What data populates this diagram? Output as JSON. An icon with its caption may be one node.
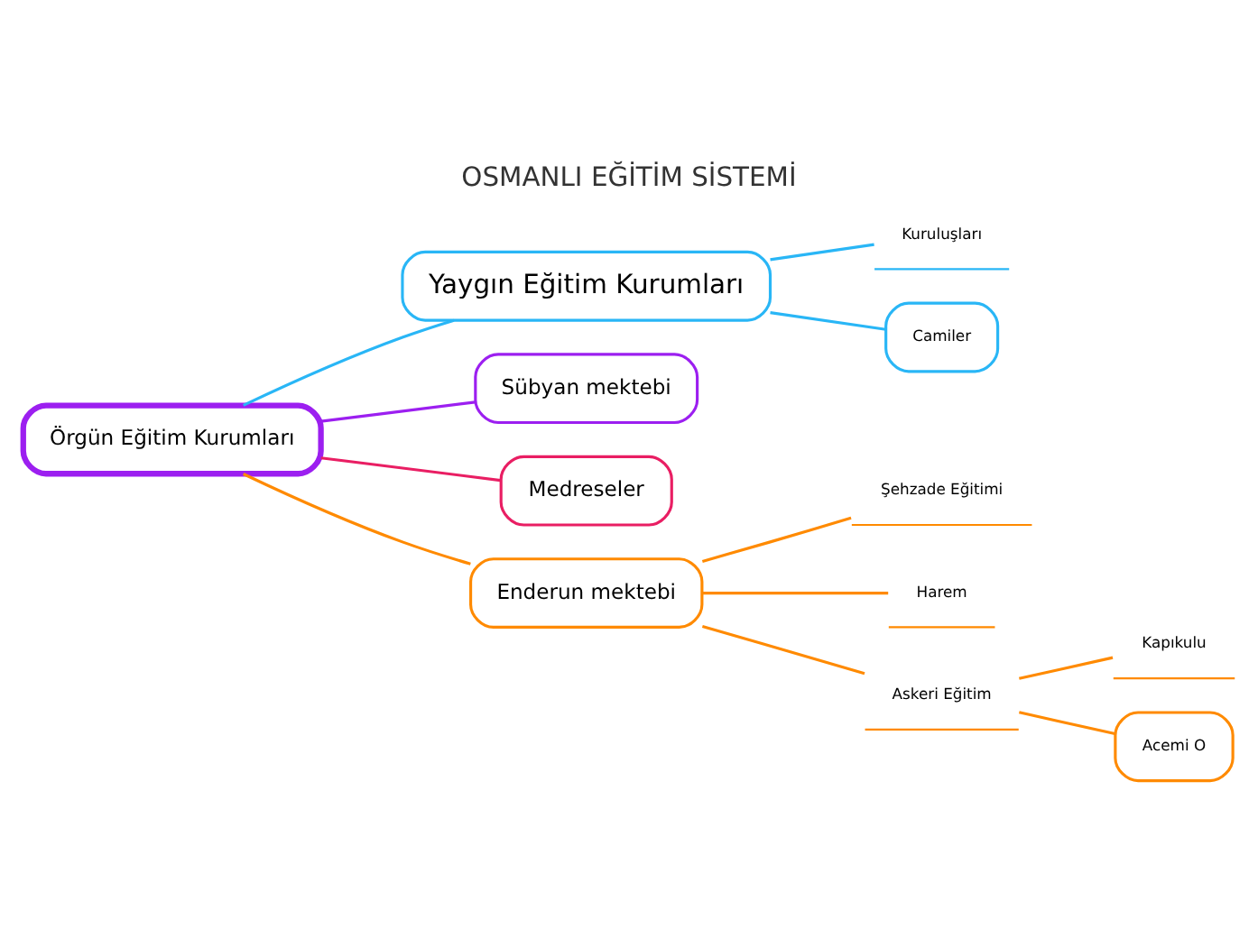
{
  "diagram": {
    "title": "OSMANLI EĞİTİM SİSTEMİ",
    "nodes": [
      {
        "text": [
          "Örgün Eğitim Kurumları"
        ]
      },
      {
        "text": [
          "Yaygın Eğitim Kurumları"
        ]
      },
      {
        "text": [
          "Kuruluşları"
        ]
      },
      {
        "text": [
          "Camiler"
        ]
      },
      {
        "text": [
          "Sübyan mektebi"
        ]
      },
      {
        "text": [
          "Medreseler"
        ]
      },
      {
        "text": [
          "Enderun mektebi"
        ]
      },
      {
        "text": [
          "Şehzade Eğitimi"
        ]
      },
      {
        "text": [
          "Harem"
        ]
      },
      {
        "text": [
          "Askeri Eğitim"
        ]
      },
      {
        "text": [
          "Kapıkulu"
        ]
      },
      {
        "text": [
          "Acemi O"
        ]
      }
    ],
    "edges": [
      {
        "from": 0,
        "to": 1,
        "arrow": "none",
        "color": "#29b6f6"
      },
      {
        "from": 1,
        "to": 2,
        "arrow": "none",
        "color": "#29b6f6"
      },
      {
        "from": 1,
        "to": 3,
        "arrow": "none",
        "color": "#29b6f6"
      },
      {
        "from": 0,
        "to": 4,
        "arrow": "none",
        "color": "#9c1ff0"
      },
      {
        "from": 0,
        "to": 5,
        "arrow": "none",
        "color": "#e91e63"
      },
      {
        "from": 0,
        "to": 6,
        "arrow": "none"
      },
      {
        "from": 6,
        "to": 7,
        "arrow": "none"
      },
      {
        "from": 6,
        "to": 8,
        "arrow": "none"
      },
      {
        "from": 6,
        "to": 9,
        "arrow": "none"
      },
      {
        "from": 9,
        "to": 10,
        "arrow": "none"
      },
      {
        "from": 9,
        "to": 11,
        "arrow": "none"
      }
    ]
  }
}
